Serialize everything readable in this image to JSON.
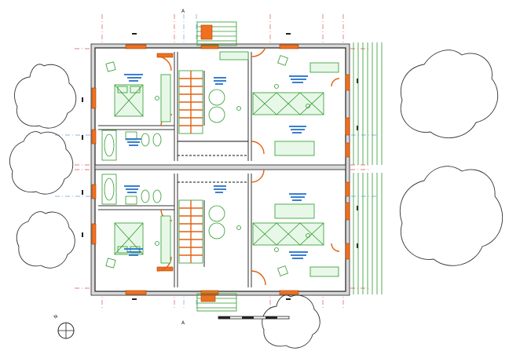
{
  "drawing": {
    "section_marker_top": "A",
    "section_marker_bottom": "A",
    "north_label": "N"
  },
  "colors": {
    "wall_outline": "#222222",
    "door_frame": "#f07020",
    "furniture": "#2c9a2c",
    "grid_axis_red": "#e05050",
    "grid_axis_blue": "#6aa0e0",
    "room_text": "#3a7fd0"
  },
  "icons": [
    "tree-icon",
    "north-arrow-icon",
    "scale-bar-icon",
    "section-marker-icon"
  ]
}
